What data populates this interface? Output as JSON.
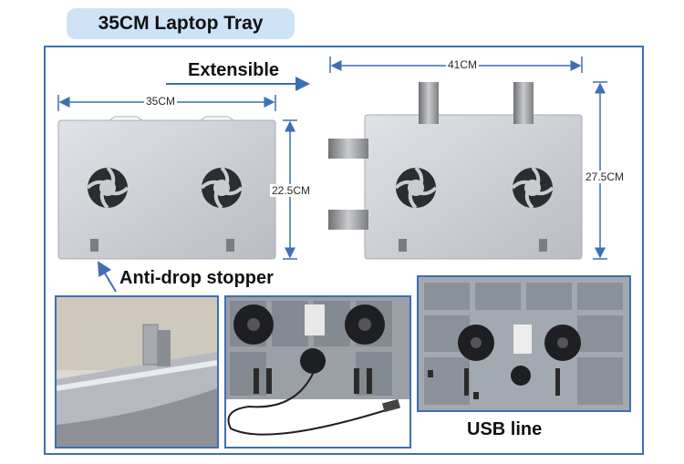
{
  "header": {
    "title": "35CM Laptop Tray"
  },
  "labels": {
    "extensible": "Extensible",
    "anti_drop": "Anti-drop stopper",
    "usb_line": "USB line"
  },
  "dimensions": {
    "tray_width": "35CM",
    "tray_height": "22.5CM",
    "extended_width": "41CM",
    "extended_height": "27.5CM"
  },
  "colors": {
    "accent": "#3e6fb3",
    "title_bg": "#cfe3f6",
    "tray": "#c9ccd1",
    "plastic": "#9aa0a6"
  },
  "icons": [
    "fan-vent-icon",
    "arrow-right-icon",
    "dimension-arrow-icon"
  ]
}
